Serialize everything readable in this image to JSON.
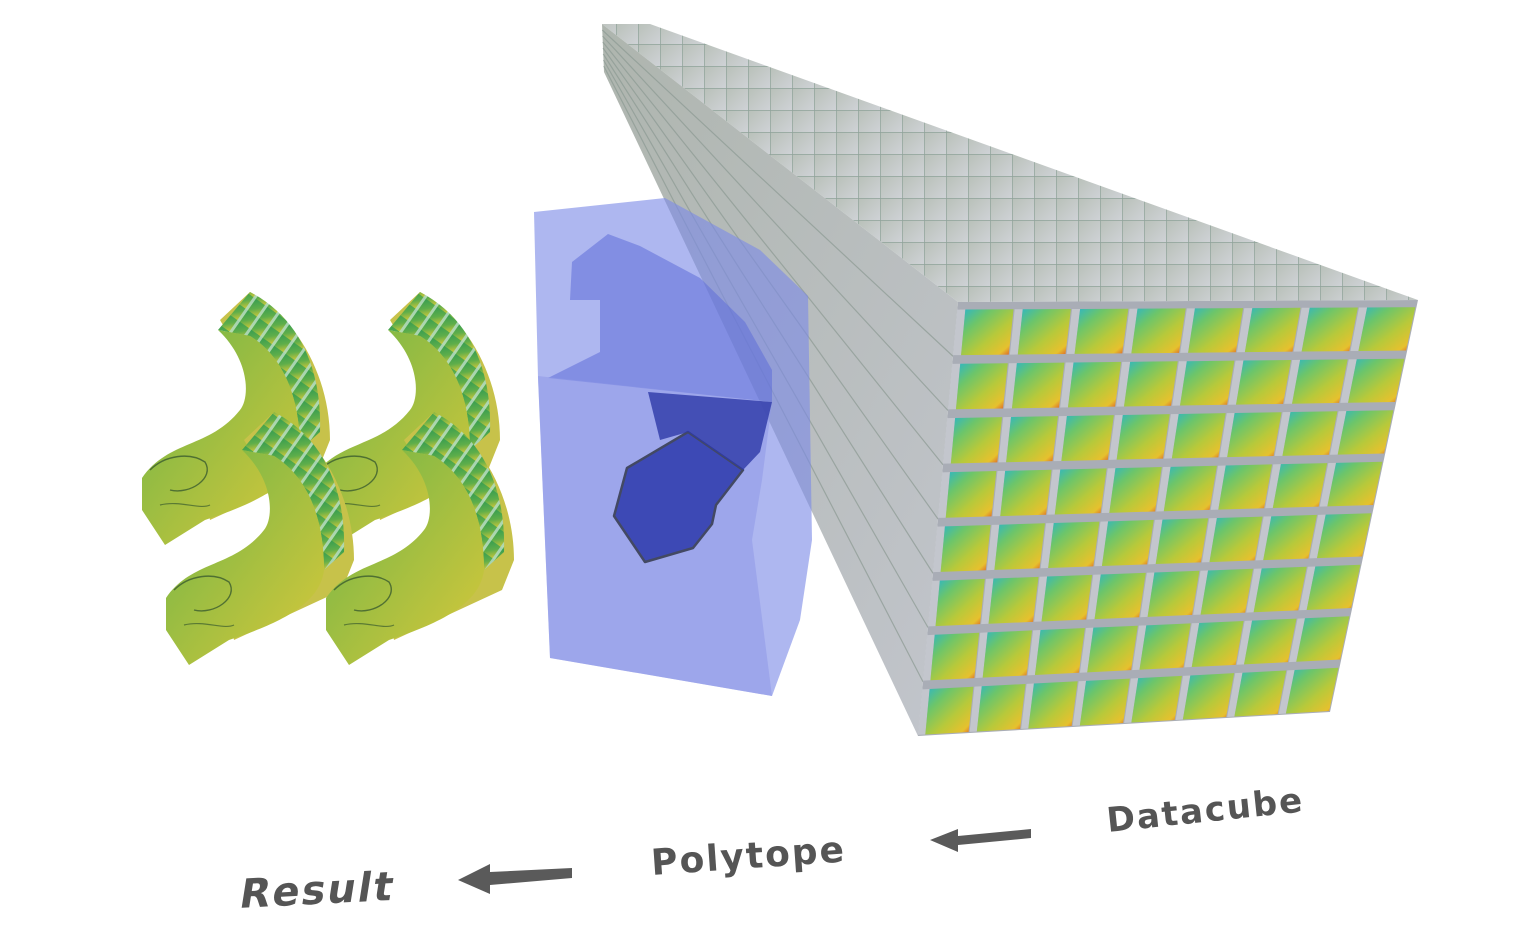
{
  "labels": {
    "result": "Result",
    "polytope": "Polytope",
    "datacube": "Datacube"
  },
  "colors": {
    "polytope_fill": "#7d8ae6",
    "polytope_dark": "#2e39a8",
    "cube_side": "#b9bcc4",
    "cube_top": "#c9ccd2",
    "arrow": "#5a5a5a",
    "label": "#555555"
  },
  "datacube": {
    "rows": 8,
    "cols": 8
  },
  "result": {
    "shape_count": 4
  }
}
